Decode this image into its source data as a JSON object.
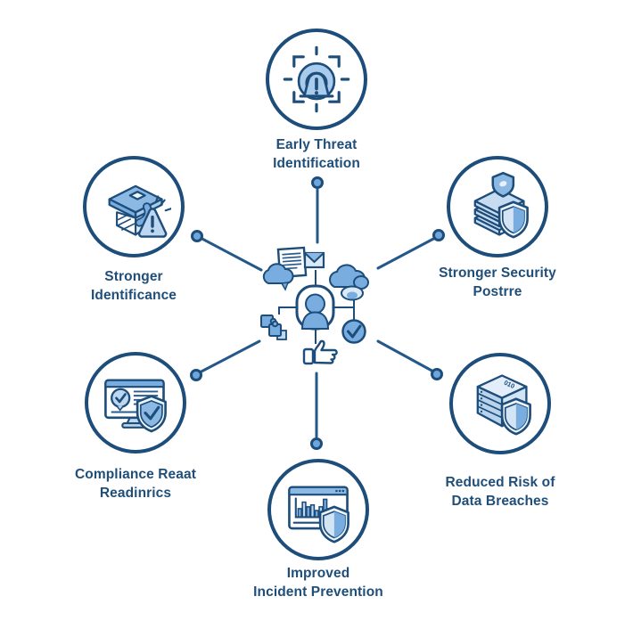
{
  "diagram_name": "security-benefits-radial-diagram",
  "colors": {
    "outline": "#1d4d7a",
    "medium_blue": "#79ade0",
    "light_blue": "#bcd7ef",
    "pale_blue": "#e8f1fa",
    "label_text": "#1f4e79",
    "dot_fill": "#6ea6db",
    "background": "#ffffff"
  },
  "center": {
    "icon": "collaboration-network-icon"
  },
  "nodes": [
    {
      "id": "early-threat-identification",
      "position": "top",
      "icon": "threat-detection-gauge-icon",
      "label_line1": "Early Threat",
      "label_line2": "Identification"
    },
    {
      "id": "stronger-security-posture",
      "position": "top-right",
      "icon": "layered-stack-shields-icon",
      "label_line1": "Stronger Security",
      "label_line2": "Postrre"
    },
    {
      "id": "reduced-risk-data-breaches",
      "position": "bottom-right",
      "icon": "server-shield-icon",
      "server_text": "010",
      "label_line1": "Reduced Risk of",
      "label_line2": "Data Breaches"
    },
    {
      "id": "improved-incident-prevention",
      "position": "bottom",
      "icon": "bar-chart-window-shield-icon",
      "label_line1": "Improved",
      "label_line2": "Incident Prevention"
    },
    {
      "id": "compliance-readiness",
      "position": "bottom-left",
      "icon": "monitor-checkmark-shield-icon",
      "label_line1": "Compliance Reaat",
      "label_line2": "Readinrics"
    },
    {
      "id": "stronger-identificance",
      "position": "top-left",
      "icon": "stack-alert-icon",
      "label_line1": "Stronger",
      "label_line2": "Identificance"
    }
  ]
}
